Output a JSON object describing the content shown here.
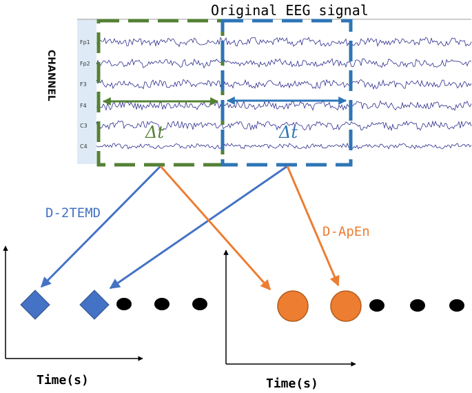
{
  "title": "Original EEG signal",
  "channel_axis_label": "CHANNEL",
  "channels": [
    "Fp1",
    "Fp2",
    "F3",
    "F4",
    "C3",
    "C4"
  ],
  "windows": [
    {
      "label": "Δt",
      "color": "#538135"
    },
    {
      "label": "Δt",
      "color": "#2e75b6"
    }
  ],
  "methods": {
    "left": {
      "label": "D-2TEMD",
      "color": "#4472c4"
    },
    "right": {
      "label": "D-ApEn",
      "color": "#ed7d31"
    }
  },
  "plots": {
    "left_xlabel": "Time(s)",
    "right_xlabel": "Time(s)"
  },
  "colors": {
    "signal": "#2a2a8c",
    "channel_band": "#deebf7",
    "diamond": "#4472c4",
    "circle": "#ed7d31",
    "dots": "#000000"
  }
}
